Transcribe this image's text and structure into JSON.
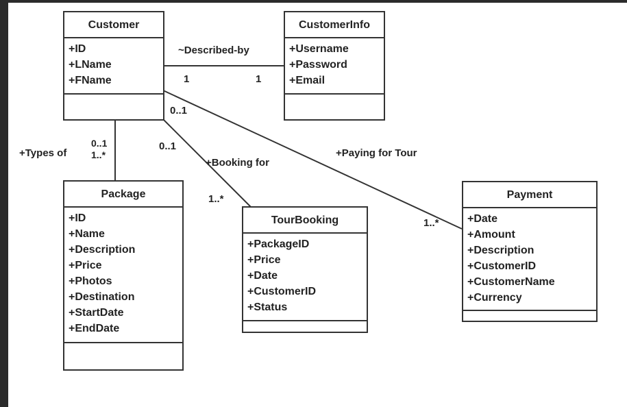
{
  "classes": {
    "customer": {
      "name": "Customer",
      "attributes": [
        "+ID",
        "+LName",
        "+FName"
      ]
    },
    "customerinfo": {
      "name": "CustomerInfo",
      "attributes": [
        "+Username",
        "+Password",
        "+Email"
      ]
    },
    "package": {
      "name": "Package",
      "attributes": [
        "+ID",
        "+Name",
        "+Description",
        "+Price",
        "+Photos",
        "+Destination",
        "+StartDate",
        "+EndDate"
      ]
    },
    "tourbooking": {
      "name": "TourBooking",
      "attributes": [
        "+PackageID",
        "+Price",
        "+Date",
        "+CustomerID",
        "+Status"
      ]
    },
    "payment": {
      "name": "Payment",
      "attributes": [
        "+Date",
        "+Amount",
        "+Description",
        "+CustomerID",
        "+CustomerName",
        "+Currency"
      ]
    }
  },
  "associations": {
    "described_by": {
      "label": "~Described-by",
      "source_mult": "1",
      "target_mult": "1"
    },
    "types_of": {
      "label": "+Types of",
      "source_mult": "0..1",
      "target_mult": "1..*"
    },
    "booking_for": {
      "label": "+Booking for",
      "source_mult": "0..1",
      "target_mult": "1..*"
    },
    "paying_for_tour": {
      "label": "+Paying for Tour",
      "source_mult": "0..1",
      "target_mult": "1..*"
    }
  }
}
